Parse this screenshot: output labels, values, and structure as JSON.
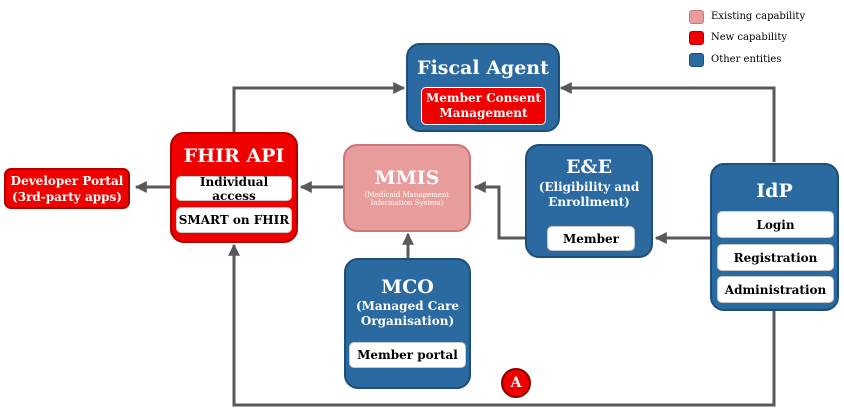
{
  "legend": {
    "items": [
      {
        "label": "Existing capability",
        "color": "#e99c9c"
      },
      {
        "label": "New capability",
        "color": "#f10000"
      },
      {
        "label": "Other entities",
        "color": "#2a6aa0"
      }
    ]
  },
  "nodes": {
    "fiscal_agent": {
      "title": "Fiscal Agent",
      "items": [
        "Member Consent\nManagement"
      ]
    },
    "fhir_api": {
      "title": "FHIR API",
      "items": [
        "Individual access",
        "SMART on FHIR"
      ]
    },
    "developer_portal": {
      "label": "Developer Portal\n(3rd-party apps)"
    },
    "mmis": {
      "title": "MMIS",
      "subtitle": "(Medicaid Management\nInformation System)"
    },
    "ee": {
      "title": "E&E",
      "subtitle": "(Eligibility and\nEnrollment)",
      "items": [
        "Member"
      ]
    },
    "idp": {
      "title": "IdP",
      "items": [
        "Login",
        "Registration",
        "Administration"
      ]
    },
    "mco": {
      "title": "MCO",
      "subtitle": "(Managed Care\nOrganisation)",
      "items": [
        "Member portal"
      ]
    }
  },
  "marker": {
    "label": "A"
  },
  "colors": {
    "arrow": "#595959",
    "other": "#2a6aa0",
    "new": "#f10000",
    "existing": "#e99c9c"
  }
}
